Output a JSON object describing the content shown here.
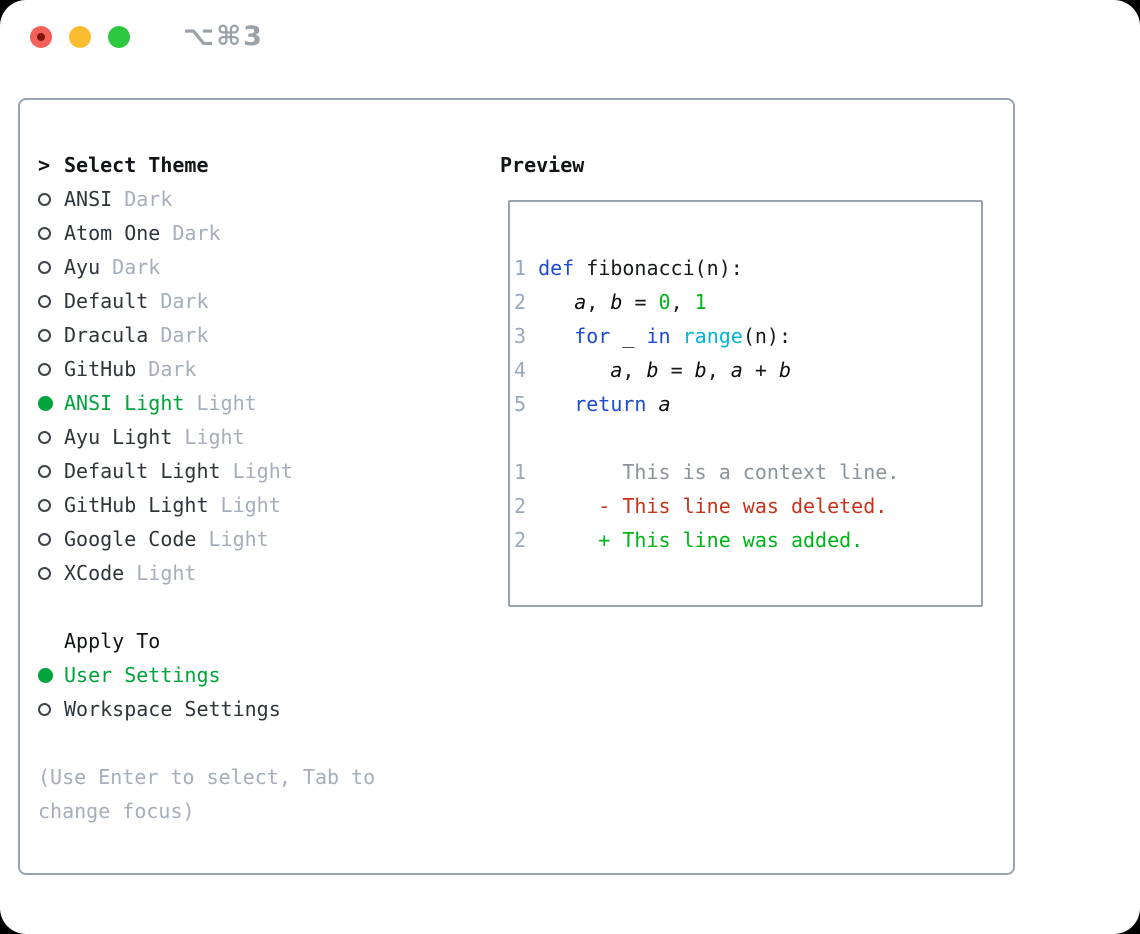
{
  "palette": {
    "page_bg": "#000000",
    "window_bg": "#ffffff",
    "border": "#99a3af",
    "black": "#111418",
    "text": "#2f353c",
    "muted": "#a5aeba",
    "lineno": "#9aa8ba",
    "kw": "#1b4cd6",
    "cyan": "#00b7d4",
    "green": "#00b418",
    "red": "#c6331b",
    "ctx": "#8b939c",
    "code": "#16191d",
    "vtext": "#0b0d0f",
    "selgreen": "#00a33c",
    "circ": "#3e444b",
    "tl_red": "#f4615b",
    "tl_red_dot": "#7e150b",
    "tl_yellow": "#fbbd2f",
    "tl_green": "#2cc840",
    "shortcut": "#9ba1a9"
  },
  "window": {
    "shortcut_label": "⌥⌘3"
  },
  "theme_picker": {
    "prompt": ">",
    "title": "Select Theme",
    "themes": [
      {
        "name": "ANSI",
        "tag": "Dark",
        "selected": false
      },
      {
        "name": "Atom One",
        "tag": "Dark",
        "selected": false
      },
      {
        "name": "Ayu",
        "tag": "Dark",
        "selected": false
      },
      {
        "name": "Default",
        "tag": "Dark",
        "selected": false
      },
      {
        "name": "Dracula",
        "tag": "Dark",
        "selected": false
      },
      {
        "name": "GitHub",
        "tag": "Dark",
        "selected": false
      },
      {
        "name": "ANSI Light",
        "tag": "Light",
        "selected": true
      },
      {
        "name": "Ayu Light",
        "tag": "Light",
        "selected": false
      },
      {
        "name": "Default Light",
        "tag": "Light",
        "selected": false
      },
      {
        "name": "GitHub Light",
        "tag": "Light",
        "selected": false
      },
      {
        "name": "Google Code",
        "tag": "Light",
        "selected": false
      },
      {
        "name": "XCode",
        "tag": "Light",
        "selected": false
      }
    ],
    "apply_to": {
      "title": "Apply To",
      "options": [
        {
          "label": "User Settings",
          "selected": true
        },
        {
          "label": "Workspace Settings",
          "selected": false
        }
      ]
    },
    "hint_lines": [
      "(Use Enter to select, Tab to",
      "change focus)"
    ]
  },
  "preview": {
    "title": "Preview",
    "lines": [
      {
        "n": "1",
        "tokens": [
          [
            "p",
            " "
          ],
          [
            "k",
            "def"
          ],
          [
            "p",
            " fibonacci(n):"
          ]
        ]
      },
      {
        "n": "2",
        "tokens": [
          [
            "p",
            "    "
          ],
          [
            "v",
            "a"
          ],
          [
            "p",
            ", "
          ],
          [
            "v",
            "b"
          ],
          [
            "p",
            " = "
          ],
          [
            "num",
            "0"
          ],
          [
            "p",
            ", "
          ],
          [
            "num",
            "1"
          ]
        ]
      },
      {
        "n": "3",
        "tokens": [
          [
            "p",
            "    "
          ],
          [
            "k",
            "for"
          ],
          [
            "p",
            " _ "
          ],
          [
            "k",
            "in"
          ],
          [
            "p",
            " "
          ],
          [
            "b",
            "range"
          ],
          [
            "p",
            "(n):"
          ]
        ]
      },
      {
        "n": "4",
        "tokens": [
          [
            "p",
            "       "
          ],
          [
            "v",
            "a"
          ],
          [
            "p",
            ", "
          ],
          [
            "v",
            "b"
          ],
          [
            "p",
            " = "
          ],
          [
            "v",
            "b"
          ],
          [
            "p",
            ", "
          ],
          [
            "v",
            "a"
          ],
          [
            "p",
            " + "
          ],
          [
            "v",
            "b"
          ]
        ]
      },
      {
        "n": "5",
        "tokens": [
          [
            "p",
            "    "
          ],
          [
            "k",
            "return"
          ],
          [
            "p",
            " "
          ],
          [
            "v",
            "a"
          ]
        ]
      },
      {
        "n": "",
        "tokens": []
      },
      {
        "n": "1",
        "tokens": [
          [
            "ctx",
            "        This is a context line."
          ]
        ]
      },
      {
        "n": "2",
        "tokens": [
          [
            "del",
            "      - This line was deleted."
          ]
        ]
      },
      {
        "n": "2",
        "tokens": [
          [
            "add",
            "      + This line was added."
          ]
        ]
      }
    ]
  }
}
